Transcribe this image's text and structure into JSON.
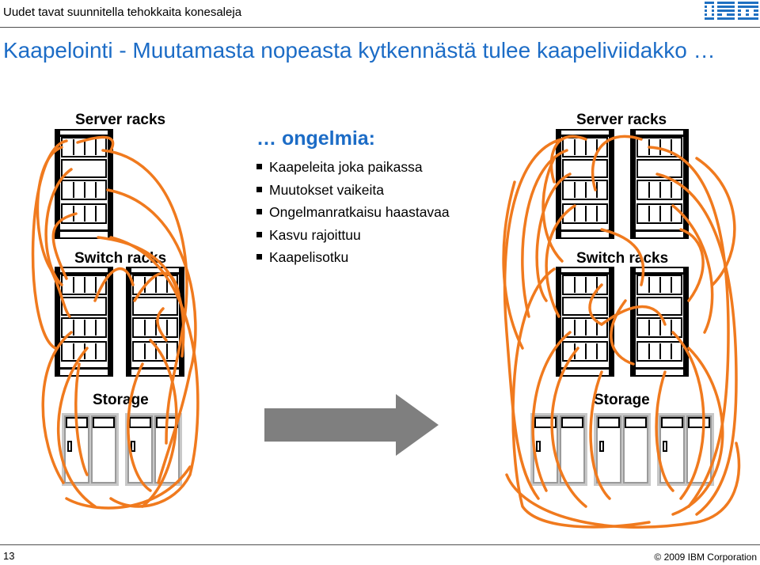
{
  "header": {
    "text": "Uudet tavat suunnitella tehokkaita konesaleja",
    "logo": "IBM"
  },
  "title": "Kaapelointi - Muutamasta nopeasta kytkennästä tulee kaapeliviidakko …",
  "left": {
    "server_label": "Server racks",
    "switch_label": "Switch racks",
    "storage_label": "Storage"
  },
  "right": {
    "server_label": "Server racks",
    "switch_label": "Switch racks",
    "storage_label": "Storage"
  },
  "problems": {
    "heading": "… ongelmia:",
    "items": [
      "Kaapeleita joka paikassa",
      "Muutokset vaikeita",
      "Ongelmanratkaisu haastavaa",
      "Kasvu rajoittuu",
      "Kaapelisotku"
    ]
  },
  "colors": {
    "title": "#1c6cc6",
    "cable": "#f07a1e",
    "arrow": "#7f7f7f"
  },
  "footer": {
    "page": "13",
    "copyright": "© 2009 IBM Corporation"
  }
}
